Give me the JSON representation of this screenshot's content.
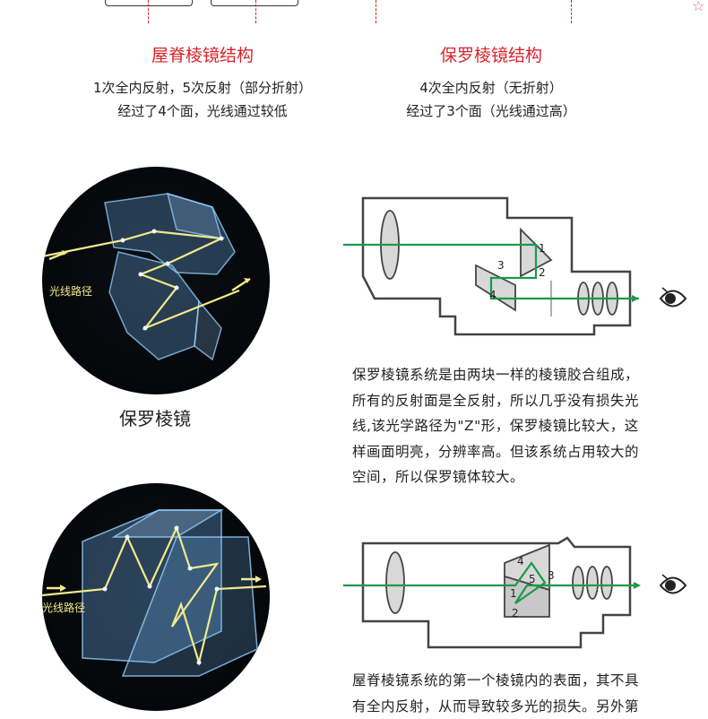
{
  "header": {
    "left_title": "屋脊棱镜结构",
    "left_line1": "1次全内反射，5次反射（部分折射）",
    "left_line2": "经过了4个面，光线通过较低",
    "right_title": "保罗棱镜结构",
    "right_line1": "4次全内反射（无折射）",
    "right_line2": "经过了3个面（光线通过高）"
  },
  "porro": {
    "ray_label": "光线路径",
    "caption": "保罗棱镜",
    "diagram_numbers": [
      "1",
      "2",
      "3",
      "4"
    ],
    "description": [
      "保罗棱镜系统是由两块一样的棱镜胶合组成，",
      "所有的反射面是全反射，所以几乎没有损失光",
      "线,该光学路径为\"Z\"形，保罗棱镜比较大，这",
      "样画面明亮，分辨率高。但该系统占用较大的",
      "空间，所以保罗镜体较大。"
    ]
  },
  "roof": {
    "ray_label": "光线路径",
    "diagram_numbers": [
      "1",
      "2",
      "3",
      "4",
      "5"
    ],
    "description": [
      "屋脊棱镜系统的第一个棱镜内的表面，其不具",
      "有全内反射，从而导致较多光的损失。另外第"
    ]
  },
  "colors": {
    "accent_red": "#d9232d",
    "beam_green": "#1a9a4a",
    "ray_yellow": "#f3e98a"
  },
  "icons": [
    "star-outline-icon",
    "eye-icon",
    "arrow-right-icon"
  ]
}
